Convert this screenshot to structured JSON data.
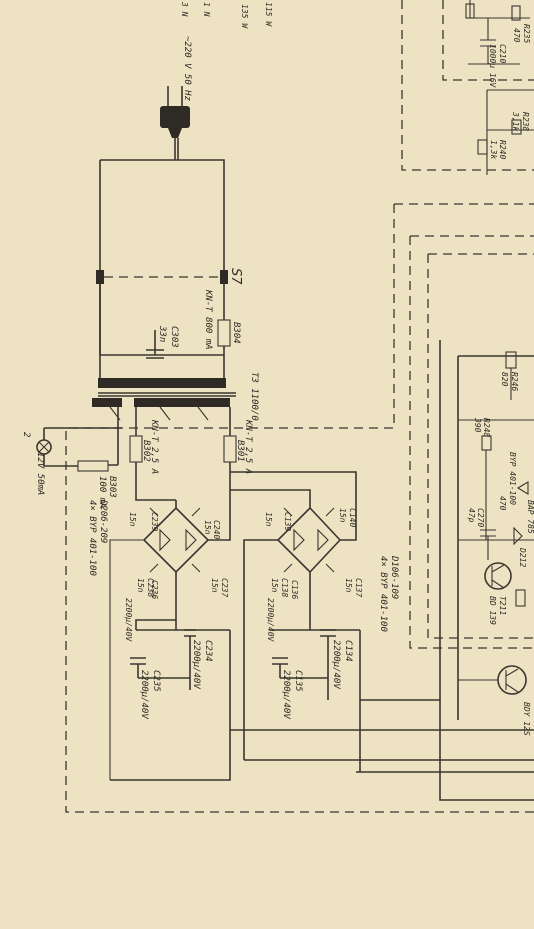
{
  "colors": {
    "paper": "#ede3c2",
    "ink": "#2e2a26"
  },
  "mains": {
    "label": "~220 V 50 Hz"
  },
  "switch": {
    "label": "S7"
  },
  "fuses": {
    "main": {
      "name": "B304",
      "rating": "KN-T 800 mA"
    },
    "b301": {
      "name": "B301",
      "rating": "KN-T 2,5 A"
    },
    "b302": {
      "name": "B302",
      "rating": "KN-T 2,5 A"
    },
    "b303": {
      "name": "B303",
      "rating": "100 mA"
    }
  },
  "transformer": {
    "label": "T3 1100/0"
  },
  "caps": {
    "c303": {
      "name": "C303",
      "value": "33n"
    },
    "c235": {
      "name": "C235",
      "value": "2200µ/40V"
    },
    "c234": {
      "name": "C234",
      "value": "2200µ/40V"
    },
    "c236": {
      "name": "C236",
      "value": "2200µ/40V"
    },
    "c134": {
      "name": "C134",
      "value": "2200µ/40V"
    },
    "c135": {
      "name": "C135",
      "value": "2200µ/40V"
    },
    "c136": {
      "name": "C136",
      "value": "2200µ/40V"
    },
    "c240": {
      "name": "C240",
      "value": "15n"
    },
    "c140": {
      "name": "C140",
      "value": "15n"
    },
    "c237": {
      "name": "C237",
      "value": "15n"
    },
    "c137": {
      "name": "C137",
      "value": "15n"
    },
    "c239": {
      "name": "C239",
      "value": "15n"
    },
    "c139": {
      "name": "C139",
      "value": "15n"
    },
    "c238": {
      "name": "C238",
      "value": "15n"
    },
    "c138": {
      "name": "C138",
      "value": "15n"
    },
    "c270": {
      "name": "C270",
      "value": "47p"
    },
    "c210": {
      "name": "C210",
      "value": "1000µ 16V"
    }
  },
  "bridges": {
    "left": {
      "name": "D206-209",
      "type": "4× BYP 401-100"
    },
    "right": {
      "name": "D106-109",
      "type": "4× BYP 401-100"
    }
  },
  "lamp": {
    "label": "12V 50mA",
    "index": "2"
  },
  "transistors": {
    "t211": {
      "name": "T211",
      "type": "BD 139"
    },
    "t212": {
      "type": "BDY 12S"
    }
  },
  "resistors": {
    "r246": {
      "name": "R246",
      "value": "820"
    },
    "r248": {
      "name": "R248",
      "value": "390"
    },
    "r249": {
      "name": "R249",
      "value": "470"
    },
    "r238": {
      "name": "R238",
      "value": "3,1k"
    },
    "r240": {
      "name": "R240",
      "value": "1,3k"
    },
    "r235": {
      "name": "R235",
      "value": "470"
    }
  },
  "diodes": {
    "d212": {
      "name": "D212"
    },
    "d210": {
      "type": "BYP 401-100"
    },
    "zener": {
      "type": "BAP 785"
    }
  },
  "fragments": {
    "v1": "115 W",
    "v2": "135 W",
    "v3": "1 N",
    "v4": "3 N"
  }
}
